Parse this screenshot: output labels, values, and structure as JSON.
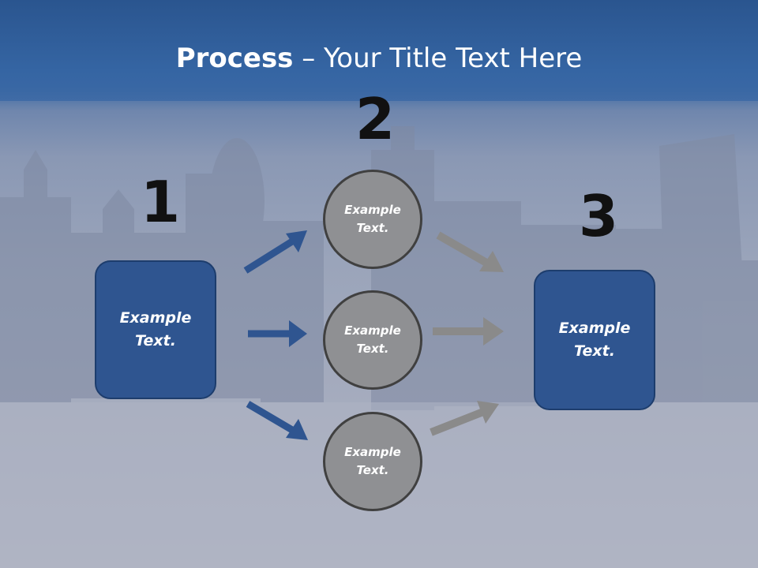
{
  "title": {
    "bold": "Process",
    "rest": " – Your Title Text Here"
  },
  "steps": [
    {
      "number": "1"
    },
    {
      "number": "2"
    },
    {
      "number": "3"
    }
  ],
  "box_left": {
    "line1": "Example",
    "line2": "Text."
  },
  "box_right": {
    "line1": "Example",
    "line2": "Text."
  },
  "circles": [
    {
      "line1": "Example",
      "line2": "Text."
    },
    {
      "line1": "Example",
      "line2": "Text."
    },
    {
      "line1": "Example",
      "line2": "Text."
    }
  ],
  "colors": {
    "header": "#3565a3",
    "box": "#2f5590",
    "circle": "#8f9093",
    "arrow_blue": "#2f5590",
    "arrow_gray": "#8a8a8a"
  }
}
